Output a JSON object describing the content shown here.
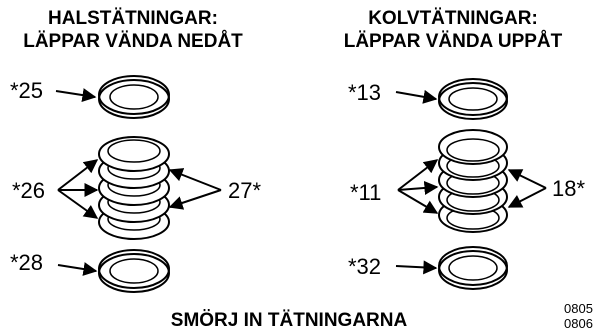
{
  "left_group": {
    "title_line1": "HALSTÄTNINGAR:",
    "title_line2": "LÄPPAR VÄNDA NEDÅT",
    "labels": {
      "top_ring": "*25",
      "vee_set": "*26",
      "vee_alt": "27*",
      "bottom_ring": "*28"
    }
  },
  "right_group": {
    "title_line1": "KOLVTÄTNINGAR:",
    "title_line2": "LÄPPAR VÄNDA UPPÅT",
    "labels": {
      "top_ring": "*13",
      "vee_set": "*11",
      "vee_alt": "18*",
      "bottom_ring": "*32"
    }
  },
  "footer": {
    "caption": "SMÖRJ IN TÄTNINGARNA",
    "code_line1": "0805",
    "code_line2": "0806"
  }
}
